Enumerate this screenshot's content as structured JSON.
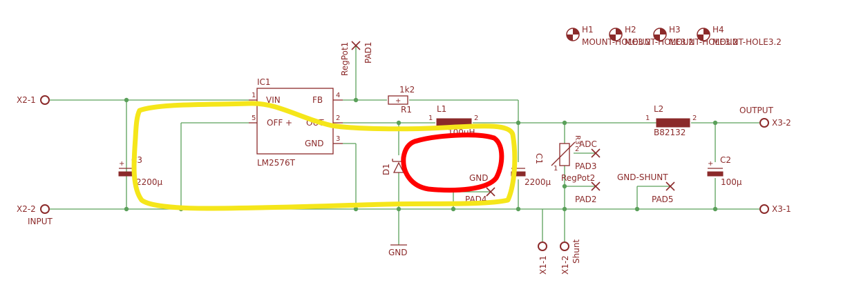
{
  "labels": {
    "x2_1": "X2-1",
    "x2_2": "X2-2",
    "input": "INPUT",
    "ic1": "IC1",
    "vin": "VIN",
    "fb": "FB",
    "off": "OFF",
    "out": "OUT",
    "gnd_pin": "GND",
    "lm": "LM2576T",
    "pin1": "1",
    "pin2": "2",
    "pin3": "3",
    "pin4": "4",
    "pin5": "5",
    "regpot1": "RegPot1",
    "pad1": "PAD1",
    "r1_val": "1k2",
    "r1": "R1",
    "l1": "L1",
    "l1_val": "100µH",
    "l1_p1": "1",
    "l1_p2": "2",
    "c3": "C3",
    "c3_val": "2200µ",
    "d1": "D1",
    "c1": "C1",
    "c1_val": "2200µ",
    "gnd_pad4": "GND",
    "pad4": "PAD4",
    "gnd_sym": "GND",
    "x1_1": "X1-1",
    "x1_2": "X1-2",
    "shunt": "Shunt",
    "r3": "R3",
    "r3_p1": "1",
    "r3_p2": "2",
    "regpot2": "RegPot2",
    "adc": "ADC",
    "pad3": "PAD3",
    "pad2": "PAD2",
    "gnd_shunt": "GND-SHUNT",
    "pad5": "PAD5",
    "l2": "L2",
    "l2_val": "B82132",
    "l2_p1": "1",
    "l2_p2": "2",
    "output": "OUTPUT",
    "x3_2": "X3-2",
    "x3_1": "X3-1",
    "c2": "C2",
    "c2_val": "100µ",
    "h1": "H1",
    "h2": "H2",
    "h3": "H3",
    "h4": "H4",
    "mount1": "MOUNT-HOLE3.2",
    "mount2": "MOUNT-HOLE3.2",
    "mount3": "MOUNT-HOLE3.2",
    "mount4": "MOUNT-HOLE3.2"
  },
  "colors": {
    "wire": "#5aa05a",
    "part": "#8b2a2a",
    "highlight_yellow": "#f5e61a",
    "highlight_red": "#ff0000",
    "background": "#ffffff"
  }
}
